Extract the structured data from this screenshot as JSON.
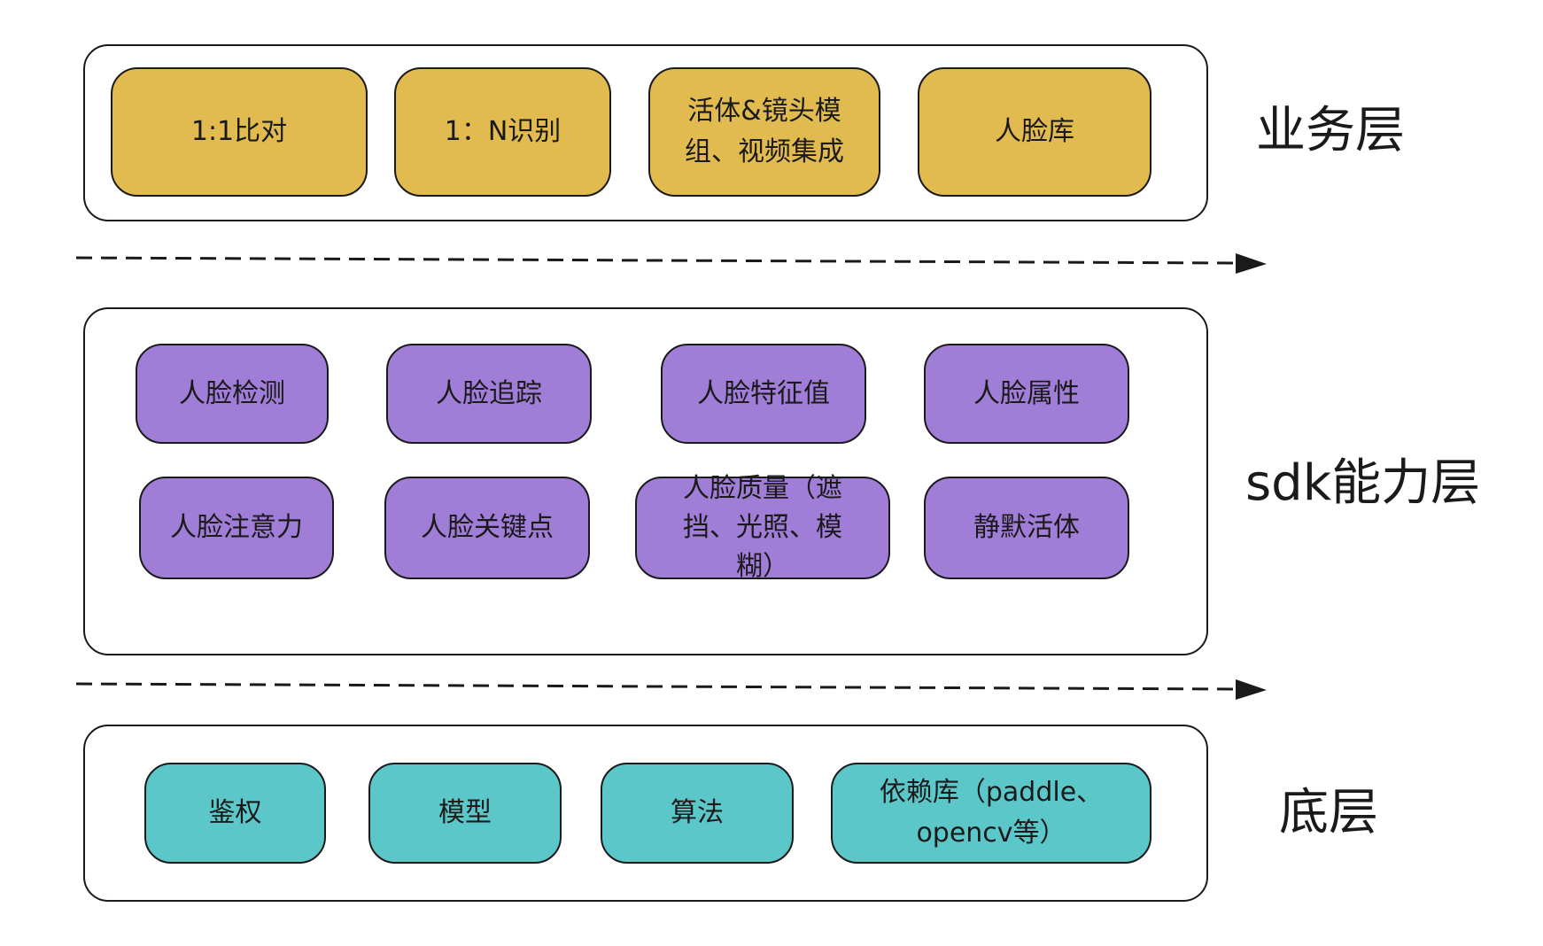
{
  "layers": {
    "business": {
      "label": "业务层",
      "items": [
        "1:1比对",
        "1：N识别",
        "活体&镜头模组、视频集成",
        "人脸库"
      ]
    },
    "sdk": {
      "label": "sdk能力层",
      "items": [
        "人脸检测",
        "人脸追踪",
        "人脸特征值",
        "人脸属性",
        "人脸注意力",
        "人脸关键点",
        "人脸质量（遮挡、光照、模糊）",
        "静默活体"
      ]
    },
    "base": {
      "label": "底层",
      "items": [
        "鉴权",
        "模型",
        "算法",
        "依赖库（paddle、opencv等）"
      ]
    }
  },
  "colors": {
    "business": "#e1bb4f",
    "sdk": "#a07dd6",
    "base": "#5cc7c9",
    "border": "#1a1a1a"
  }
}
